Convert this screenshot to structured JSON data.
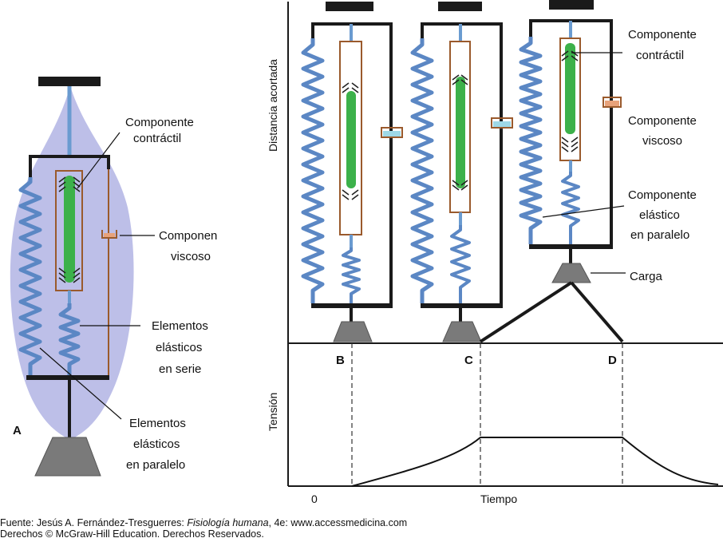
{
  "panel_a": {
    "letter": "A",
    "contractile_line1": "Componente",
    "contractile_line2": "contráctil",
    "viscous_line1": "Componen",
    "viscous_line2": "viscoso",
    "series_line1": "Elementos",
    "series_line2": "elásticos",
    "series_line3": "en serie",
    "parallel_line1": "Elementos",
    "parallel_line2": "elásticos",
    "parallel_line3": "en paralelo"
  },
  "panel_right": {
    "ylabel_top": "Distancia acortada",
    "ylabel_bottom": "Tensión",
    "letter_b": "B",
    "letter_c": "C",
    "letter_d": "D",
    "contractile_line1": "Componente",
    "contractile_line2": "contráctil",
    "viscous_line1": "Componente",
    "viscous_line2": "viscoso",
    "elastic_line1": "Componente",
    "elastic_line2": "elástico",
    "elastic_line3": "en paralelo",
    "load": "Carga",
    "x_zero": "0",
    "x_label": "Tiempo"
  },
  "footer": {
    "source_prefix": "Fuente: Jesús A. Fernández-Tresguerres: ",
    "book_title": "Fisiología humana",
    "source_suffix": ", 4e: www.accessmedicina.com",
    "copyright": "Derechos © McGraw-Hill Education. Derechos Reservados."
  },
  "colors": {
    "muscle_fill": "#b6b8e6",
    "spring": "#5b87c4",
    "contractile": "#3cb14a",
    "frame": "#1a1a1a",
    "viscous_box": "#9a5a2c",
    "dashpot_fluid_b": "#9ed8e6",
    "dashpot_fluid_d": "#e8a27a",
    "load": "#7a7a7a"
  }
}
